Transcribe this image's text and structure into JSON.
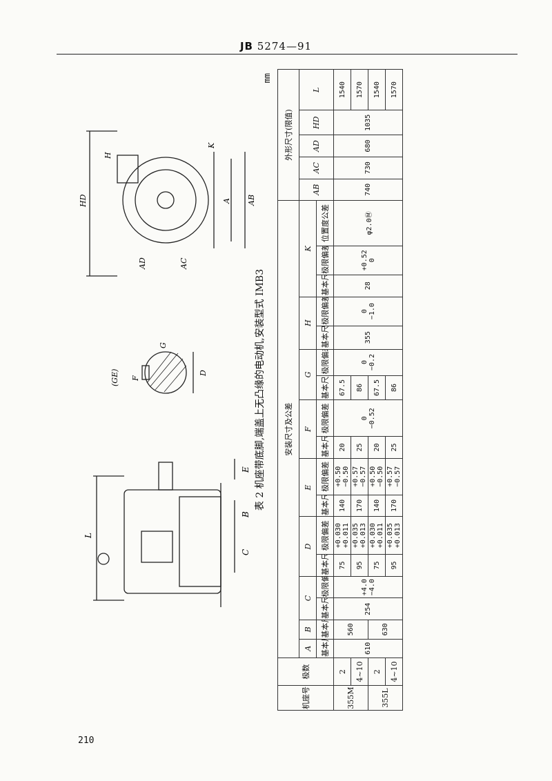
{
  "header": {
    "standard": "JB",
    "code": "5274—91"
  },
  "page_number": "210",
  "unit": "mm",
  "caption": "表 2 机座带底脚,端盖上无凸缘的电动机,安装型式 IMB3",
  "figure_labels": {
    "side": {
      "L": "L",
      "C": "C",
      "B": "B",
      "E": "E"
    },
    "shaft": {
      "GE": "(GE)",
      "F": "F",
      "D": "D",
      "G": "G"
    },
    "front": {
      "AC": "AC",
      "AD": "AD",
      "HD": "HD",
      "H": "H",
      "A": "A",
      "AB": "AB",
      "K": "K"
    }
  },
  "table": {
    "group_headers": {
      "frame": "机座号",
      "poles": "极数",
      "install": "安装尺寸及公差",
      "outline": "外形尺寸(限值)"
    },
    "col_letters": [
      "A",
      "B",
      "C",
      "D",
      "E",
      "F",
      "G",
      "H",
      "K",
      "AB",
      "AC",
      "AD",
      "HD",
      "L"
    ],
    "sub": {
      "basic": "基本尺寸",
      "limit": "极限偏差",
      "position": "位置度公差"
    },
    "rows": [
      {
        "frame": "355M",
        "poles": "2",
        "B": "560",
        "C": "",
        "Ctol": "",
        "D": "75",
        "Dtol": [
          "+0.030",
          "+0.011"
        ],
        "E": "140",
        "Etol": [
          "+0.50",
          "−0.50"
        ],
        "F": "20",
        "Ftol": "",
        "G": "67.5",
        "Gtol": "",
        "L": "1540"
      },
      {
        "frame": "",
        "poles": "4~10",
        "B": "",
        "C": "",
        "Ctol": "",
        "D": "95",
        "Dtol": [
          "+0.035",
          "+0.013"
        ],
        "E": "170",
        "Etol": [
          "+0.57",
          "−0.57"
        ],
        "F": "25",
        "Ftol": [
          "0",
          "−0.52"
        ],
        "G": "86",
        "Gtol": [
          "0",
          "−0.2"
        ],
        "L": "1570"
      },
      {
        "frame": "355L",
        "poles": "2",
        "B": "630",
        "C": "254",
        "Ctol": [
          "+4.0",
          "−4.0"
        ],
        "D": "75",
        "Dtol": [
          "+0.030",
          "+0.011"
        ],
        "E": "140",
        "Etol": [
          "+0.50",
          "−0.50"
        ],
        "F": "20",
        "Ftol": "",
        "G": "67.5",
        "Gtol": "",
        "L": "1540"
      },
      {
        "frame": "",
        "poles": "4~10",
        "B": "",
        "C": "",
        "Ctol": "",
        "D": "95",
        "Dtol": [
          "+0.035",
          "+0.013"
        ],
        "E": "170",
        "Etol": [
          "+0.57",
          "−0.57"
        ],
        "F": "25",
        "Ftol": "",
        "G": "86",
        "Gtol": "",
        "L": "1570"
      }
    ],
    "shared": {
      "A": "610",
      "H": "355",
      "Htol": [
        "0",
        "−1.0"
      ],
      "K": "28",
      "Ktol": [
        "+0.52",
        "0"
      ],
      "Kpos": "φ2.0Ⓜ",
      "AB": "740",
      "AC": "730",
      "AD": "680",
      "HD": "1035"
    }
  }
}
